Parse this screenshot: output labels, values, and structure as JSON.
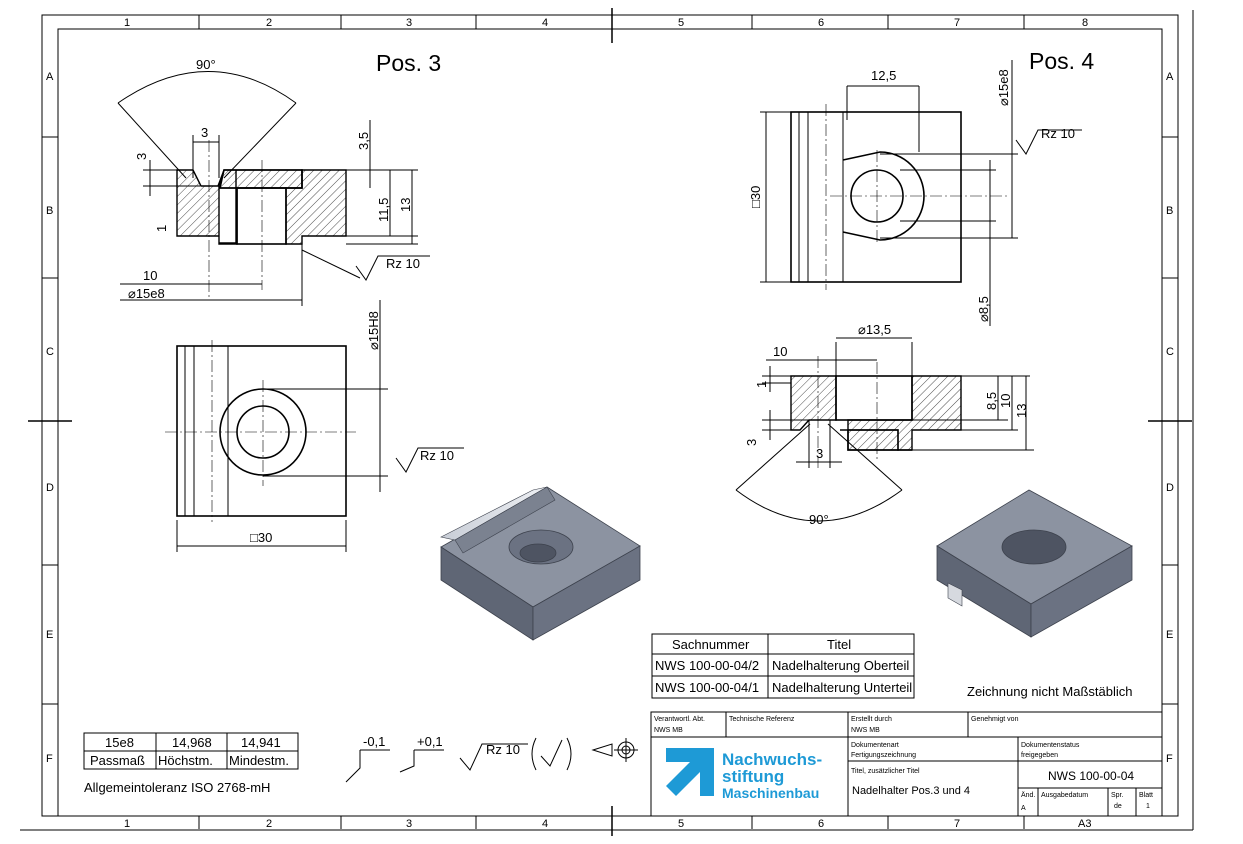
{
  "border": {
    "columns": [
      "1",
      "2",
      "3",
      "4",
      "5",
      "6",
      "7",
      "8"
    ],
    "rows": [
      "A",
      "B",
      "C",
      "D",
      "E",
      "F"
    ]
  },
  "views": {
    "pos3_title": "Pos. 3",
    "pos4_title": "Pos. 4",
    "pos3": {
      "angle": "90°",
      "dim_3_top": "3",
      "dim_3_left": "3",
      "dim_3_5": "3,5",
      "dim_11_5": "11,5",
      "dim_13": "13",
      "dim_1": "1",
      "dim_10": "10",
      "dim_dia15e8": "⌀15e8",
      "rz_section": "Rz  10",
      "dim_dia15h8": "⌀15H8",
      "rz_plan": "Rz  10",
      "dim_square30": "□30"
    },
    "pos4": {
      "dim_12_5": "12,5",
      "dim_dia15e8": "⌀15e8",
      "rz_plan": "Rz  10",
      "dim_square30": "□30",
      "dim_dia8_5": "⌀8,5",
      "dim_dia13_5": "⌀13,5",
      "dim_10": "10",
      "dim_1": "1",
      "dim_8_5": "8,5",
      "dim_10_right": "10",
      "dim_13": "13",
      "dim_3_left": "3",
      "dim_3_bottom": "3",
      "angle": "90°"
    }
  },
  "parts_table": {
    "headers": [
      "Sachnummer",
      "Titel"
    ],
    "rows": [
      [
        "NWS 100-00-04/2",
        "Nadelhalterung Oberteil"
      ],
      [
        "NWS 100-00-04/1",
        "Nadelhalterung Unterteil"
      ]
    ]
  },
  "scale_note": "Zeichnung nicht Maßstäblich",
  "fit_table": {
    "top": [
      "15e8",
      "14,968",
      "14,941"
    ],
    "bottom": [
      "Passmaß",
      "Höchstm.",
      "Mindestm."
    ]
  },
  "general_tolerance": "Allgemeintoleranz ISO 2768-mH",
  "symbols": {
    "minus": "-0,1",
    "plus": "+0,1",
    "rz": "Rz  10"
  },
  "title_block": {
    "resp_label": "Verantwortl. Abt.",
    "resp_value": "NWS MB",
    "techref_label": "Technische Referenz",
    "created_label": "Erstellt durch",
    "created_value": "NWS MB",
    "approved_label": "Genehmigt von",
    "doctype_label": "Dokumentenart",
    "doctype_value": "Fertigungszeichnung",
    "docstatus_label": "Dokumentenstatus",
    "docstatus_value": "freigegeben",
    "addtitle_label": "Titel, zusätzlicher Titel",
    "title_value": "Nadelhalter Pos.3 und 4",
    "docnumber": "NWS 100-00-04",
    "rev_label": "Änd.",
    "rev_value": "A",
    "date_label": "Ausgabedatum",
    "lang_label": "Spr.",
    "lang_value": "de",
    "sheet_label": "Blatt",
    "sheet_value": "1",
    "format": "A3",
    "logo_line1": "Nachwuchs-",
    "logo_line2": "stiftung",
    "logo_line3": "Maschinenbau"
  },
  "colors": {
    "logo_blue": "#1e9ad6",
    "part_top": "#8c93a1",
    "part_side": "#6b7280",
    "part_front": "#5a6070"
  }
}
